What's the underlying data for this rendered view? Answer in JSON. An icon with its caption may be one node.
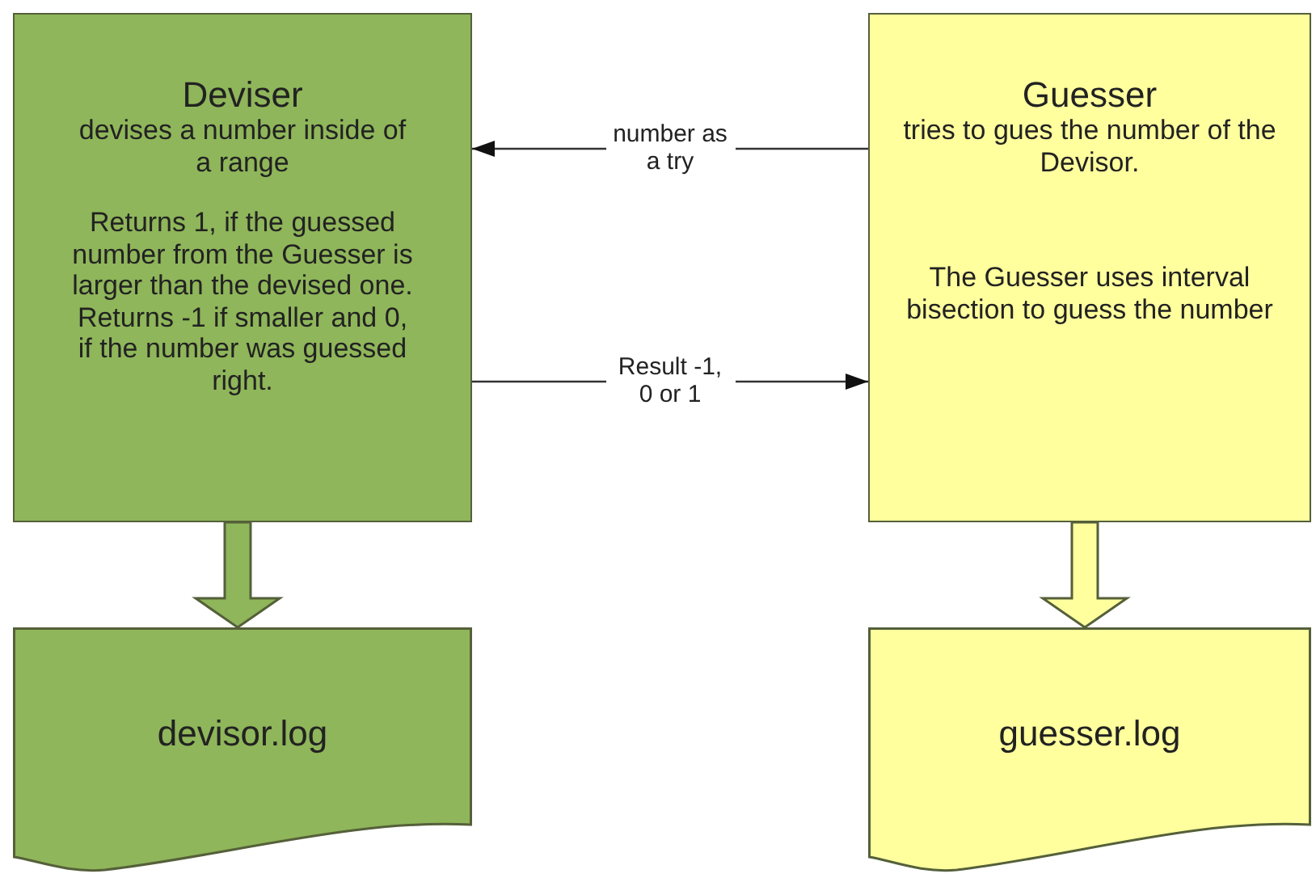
{
  "diagram": {
    "nodes": [
      {
        "text": [
          "Deviser",
          "devises a number inside of a range",
          "Returns 1, if the guessed number from the Guesser is larger than the devised one. Returns -1 if smaller and 0, if the number was guessed right."
        ]
      },
      {
        "text": [
          "Guesser",
          "tries to gues the number of the Devisor.",
          "The Guesser uses interval bisection to guess the number"
        ]
      },
      {
        "text": [
          "devisor.log"
        ]
      },
      {
        "text": [
          "guesser.log"
        ]
      }
    ],
    "edges": [
      {
        "from": 1,
        "to": 0,
        "arrow": "to",
        "label": "number as a try"
      },
      {
        "from": 0,
        "to": 1,
        "arrow": "to",
        "label": "Result -1, 0 or 1"
      },
      {
        "from": 0,
        "to": 2,
        "arrow": "to",
        "style": "thick",
        "color": "#8fb65a"
      },
      {
        "from": 1,
        "to": 3,
        "arrow": "to",
        "style": "thick",
        "color": "#ffff9e"
      }
    ]
  }
}
